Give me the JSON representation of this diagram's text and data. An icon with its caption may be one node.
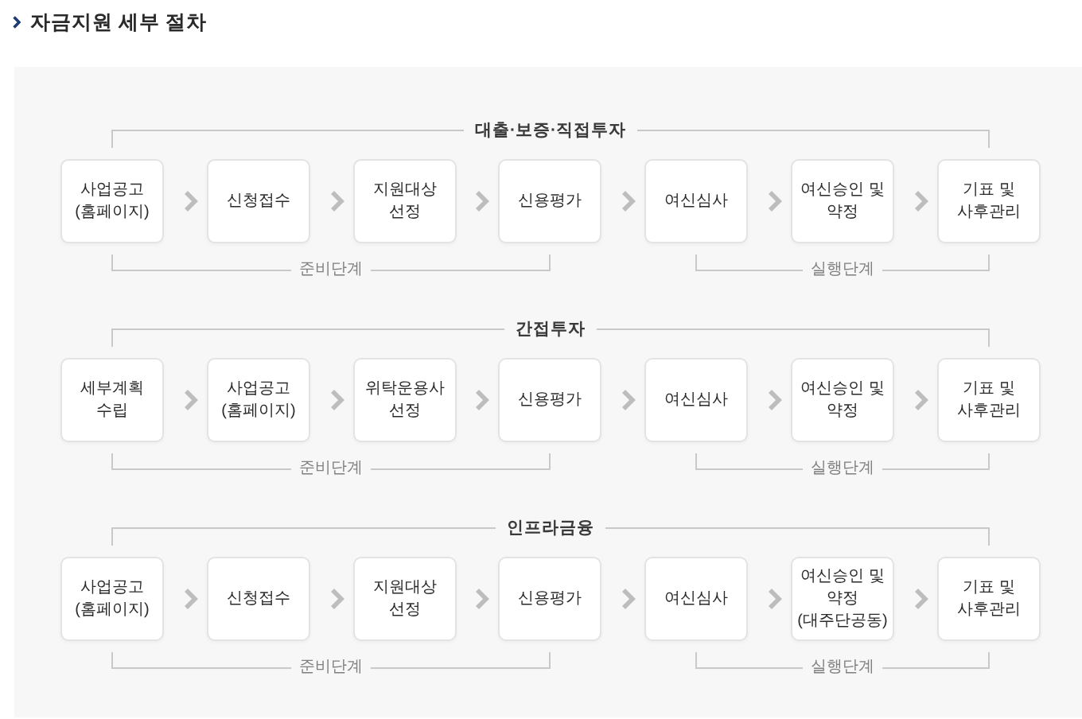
{
  "diagram": {
    "title": "자금지원 세부 절차",
    "nodes": [
      {
        "text": [
          "사업공고 (홈페이지)"
        ]
      },
      {
        "text": [
          "신청접수"
        ]
      },
      {
        "text": [
          "지원대상 선정"
        ]
      },
      {
        "text": [
          "신용평가"
        ]
      },
      {
        "text": [
          "여신심사"
        ]
      },
      {
        "text": [
          "여신승인 및 약정"
        ]
      },
      {
        "text": [
          "기표 및 사후관리"
        ]
      },
      {
        "text": [
          "세부계획 수립"
        ]
      },
      {
        "text": [
          "사업공고 (홈페이지)"
        ]
      },
      {
        "text": [
          "위탁운용사 선정"
        ]
      },
      {
        "text": [
          "신용평가"
        ]
      },
      {
        "text": [
          "여신심사"
        ]
      },
      {
        "text": [
          "여신승인 및 약정"
        ]
      },
      {
        "text": [
          "기표 및 사후관리"
        ]
      },
      {
        "text": [
          "사업공고 (홈페이지)"
        ]
      },
      {
        "text": [
          "신청접수"
        ]
      },
      {
        "text": [
          "지원대상 선정"
        ]
      },
      {
        "text": [
          "신용평가"
        ]
      },
      {
        "text": [
          "여신심사"
        ]
      },
      {
        "text": [
          "여신승인 및 약정 (대주단공동)"
        ]
      },
      {
        "text": [
          "기표 및 사후관리"
        ]
      }
    ],
    "edges": [
      {
        "from": 0,
        "to": 1,
        "arrow": "to"
      },
      {
        "from": 1,
        "to": 2,
        "arrow": "to"
      },
      {
        "from": 2,
        "to": 3,
        "arrow": "to"
      },
      {
        "from": 3,
        "to": 4,
        "arrow": "to"
      },
      {
        "from": 4,
        "to": 5,
        "arrow": "to"
      },
      {
        "from": 5,
        "to": 6,
        "arrow": "to"
      },
      {
        "from": 7,
        "to": 8,
        "arrow": "to"
      },
      {
        "from": 8,
        "to": 9,
        "arrow": "to"
      },
      {
        "from": 9,
        "to": 10,
        "arrow": "to"
      },
      {
        "from": 10,
        "to": 11,
        "arrow": "to"
      },
      {
        "from": 11,
        "to": 12,
        "arrow": "to"
      },
      {
        "from": 12,
        "to": 13,
        "arrow": "to"
      },
      {
        "from": 14,
        "to": 15,
        "arrow": "to"
      },
      {
        "from": 15,
        "to": 16,
        "arrow": "to"
      },
      {
        "from": 16,
        "to": 17,
        "arrow": "to"
      },
      {
        "from": 17,
        "to": 18,
        "arrow": "to"
      },
      {
        "from": 18,
        "to": 19,
        "arrow": "to"
      },
      {
        "from": 19,
        "to": 20,
        "arrow": "to"
      }
    ],
    "labels": [
      "대출·보증·직접투자",
      "준비단계",
      "실행단계",
      "간접투자",
      "준비단계",
      "실행단계",
      "인프라금융",
      "준비단계",
      "실행단계"
    ]
  }
}
